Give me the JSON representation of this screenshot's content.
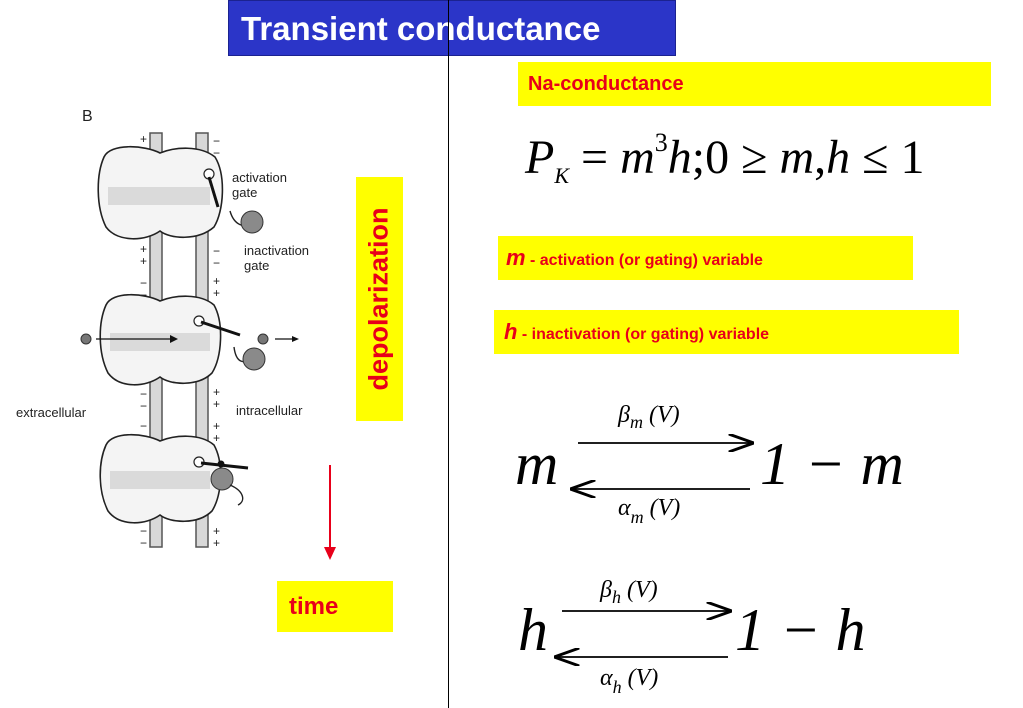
{
  "title": "Transient conductance",
  "na_label": "Na-conductance",
  "m_def": {
    "var": "m",
    "text": " - activation (or gating) variable"
  },
  "h_def": {
    "var": "h",
    "text": " - inactivation (or gating) variable"
  },
  "depolarization_label": "depolarization",
  "time_label": "time",
  "figure": {
    "panel_letter": "B",
    "activation_gate": [
      "activation",
      "gate"
    ],
    "inactivation_gate": [
      "inactivation",
      "gate"
    ],
    "extracellular": "extracellular",
    "intracellular": "intracellular",
    "plus": "+",
    "minus": "−"
  },
  "eq1": {
    "P": "P",
    "K": "K",
    "eq": " = ",
    "m": "m",
    "cube": "3",
    "h": "h",
    "rest": ";0 ≥ ",
    "m2": "m",
    "comma": ",",
    "h2": "h",
    "le": " ≤ 1"
  },
  "eq_m": {
    "left": "m",
    "right": "1 − m",
    "beta": "β",
    "alpha": "α",
    "sub": "m",
    "V": "(V)"
  },
  "eq_h": {
    "left": "h",
    "right": "1 − h",
    "beta": "β",
    "alpha": "α",
    "sub": "h",
    "V": "(V)"
  },
  "colors": {
    "title_bg": "#2b35c8",
    "highlight": "#ffff00",
    "red_text": "#e8001a"
  }
}
